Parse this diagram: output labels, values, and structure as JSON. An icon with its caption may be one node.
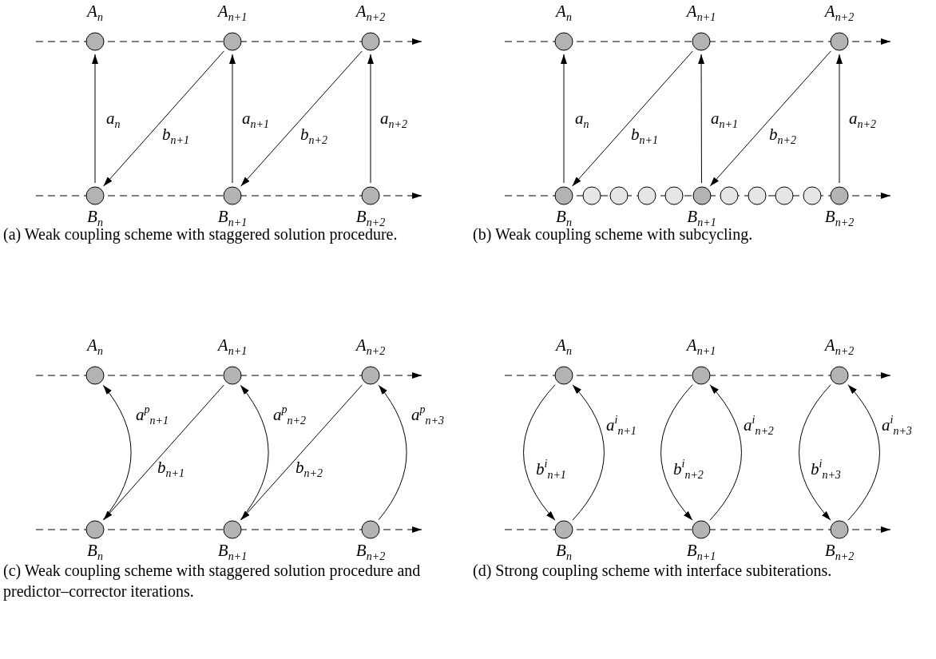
{
  "diagram": {
    "nodes": [
      {
        "text": [
          "A$_{n}$"
        ]
      },
      {
        "text": [
          "A$_{n+1}$"
        ]
      },
      {
        "text": [
          "A$_{n+2}$"
        ]
      },
      {
        "text": [
          "B$_{n}$"
        ]
      },
      {
        "text": [
          "B$_{n+1}$"
        ]
      },
      {
        "text": [
          "B$_{n+2}$"
        ]
      },
      {
        "text": [
          "A$_{n}$"
        ]
      },
      {
        "text": [
          "A$_{n+1}$"
        ]
      },
      {
        "text": [
          "A$_{n+2}$"
        ]
      },
      {
        "text": [
          "B$_{n}$"
        ]
      },
      {
        "text": [],
        "shape": "circle"
      },
      {
        "text": [],
        "shape": "circle"
      },
      {
        "text": [],
        "shape": "circle"
      },
      {
        "text": [],
        "shape": "circle"
      },
      {
        "text": [
          "B$_{n+1}$"
        ]
      },
      {
        "text": [],
        "shape": "circle"
      },
      {
        "text": [],
        "shape": "circle"
      },
      {
        "text": [],
        "shape": "circle"
      },
      {
        "text": [],
        "shape": "circle"
      },
      {
        "text": [
          "B$_{n+2}$"
        ]
      },
      {
        "text": [
          "A$_{n}$"
        ]
      },
      {
        "text": [
          "A$_{n+1}$"
        ]
      },
      {
        "text": [
          "A$_{n+2}$"
        ]
      },
      {
        "text": [
          "B$_{n}$"
        ]
      },
      {
        "text": [
          "B$_{n+1}$"
        ]
      },
      {
        "text": [
          "B$_{n+2}$"
        ]
      },
      {
        "text": [
          "A$_{n}$"
        ]
      },
      {
        "text": [
          "A$_{n+1}$"
        ]
      },
      {
        "text": [
          "A$_{n+2}$"
        ]
      },
      {
        "text": [
          "B$_{n}$"
        ]
      },
      {
        "text": [
          "B$_{n+1}$"
        ]
      },
      {
        "text": [
          "B$_{n+2}$"
        ]
      }
    ],
    "edges": [
      {
        "from": 3,
        "to": 0,
        "arrow": "to",
        "label": "a$_{n}$"
      },
      {
        "from": 1,
        "to": 3,
        "arrow": "to",
        "label": "b$_{n+1}$"
      },
      {
        "from": 4,
        "to": 1,
        "arrow": "to",
        "label": "a$_{n+1}$"
      },
      {
        "from": 2,
        "to": 4,
        "arrow": "to",
        "label": "b$_{n+2}$"
      },
      {
        "from": 5,
        "to": 2,
        "arrow": "to",
        "label": "a$_{n+2}$"
      },
      {
        "from": 9,
        "to": 6,
        "arrow": "to",
        "label": "a$_{n}$"
      },
      {
        "from": 7,
        "to": 9,
        "arrow": "to",
        "label": "b$_{n+1}$"
      },
      {
        "from": 14,
        "to": 7,
        "arrow": "to",
        "label": "a$_{n+1}$"
      },
      {
        "from": 8,
        "to": 14,
        "arrow": "to",
        "label": "b$_{n+2}$"
      },
      {
        "from": 19,
        "to": 8,
        "arrow": "to",
        "label": "a$_{n+2}$"
      },
      {
        "from": 23,
        "to": 20,
        "arrow": "to",
        "label": "a$^{p}$$_{n+1}$"
      },
      {
        "from": 21,
        "to": 23,
        "arrow": "to",
        "label": "b$_{n+1}$"
      },
      {
        "from": 24,
        "to": 21,
        "arrow": "to",
        "label": "a$^{p}$$_{n+2}$"
      },
      {
        "from": 22,
        "to": 24,
        "arrow": "to",
        "label": "b$_{n+2}$"
      },
      {
        "from": 25,
        "to": 22,
        "arrow": "to",
        "label": "a$^{p}$$_{n+3}$"
      },
      {
        "from": 26,
        "to": 29,
        "arrow": "to",
        "label": "b$^{i}$$_{n+1}$"
      },
      {
        "from": 29,
        "to": 26,
        "arrow": "to",
        "label": "a$^{i}$$_{n+1}$"
      },
      {
        "from": 27,
        "to": 30,
        "arrow": "to",
        "label": "b$^{i}$$_{n+2}$"
      },
      {
        "from": 30,
        "to": 27,
        "arrow": "to",
        "label": "a$^{i}$$_{n+2}$"
      },
      {
        "from": 28,
        "to": 31,
        "arrow": "to",
        "label": "b$^{i}$$_{n+3}$"
      },
      {
        "from": 31,
        "to": 28,
        "arrow": "to",
        "label": "a$^{i}$$_{n+3}$"
      }
    ],
    "labels": [
      "(a) Weak coupling scheme with staggered solution procedure.",
      "(b) Weak coupling scheme with subcycling.",
      "(c) Weak coupling scheme with staggered solution procedure and predictor–corrector iterations.",
      "(d) Strong coupling scheme with interface subiterations."
    ]
  }
}
